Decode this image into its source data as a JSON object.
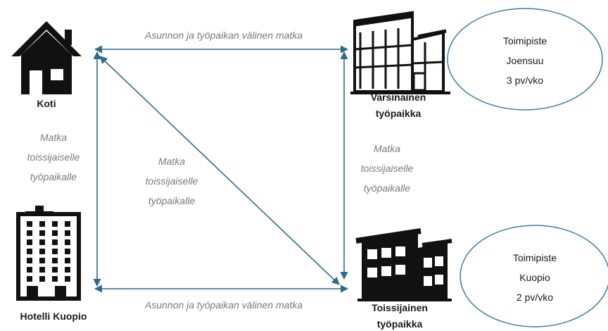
{
  "nodes": {
    "koti": {
      "label": "Koti"
    },
    "hotelli": {
      "label": "Hotelli Kuopio"
    },
    "varsinainen": {
      "label_lines": [
        "Varsinainen",
        "työpaikka"
      ]
    },
    "toissijainen": {
      "label_lines": [
        "Toissijainen",
        "työpaikka"
      ]
    }
  },
  "edges": {
    "top": {
      "label": "Asunnon ja työpaikan välinen matka"
    },
    "bottom": {
      "label": "Asunnon ja työpaikan välinen matka"
    },
    "left": {
      "label_lines": [
        "Matka",
        "toissijaiselle",
        "työpaikalle"
      ]
    },
    "diagonal": {
      "label_lines": [
        "Matka",
        "toissijaiselle",
        "työpaikalle"
      ]
    },
    "right": {
      "label_lines": [
        "Matka",
        "toissijaiselle",
        "työpaikalle"
      ]
    }
  },
  "ovals": {
    "joensuu": {
      "lines": [
        "Toimipiste",
        "Joensuu",
        "3 pv/vko"
      ]
    },
    "kuopio": {
      "lines": [
        "Toimipiste",
        "Kuopio",
        "2 pv/vko"
      ]
    }
  },
  "colors": {
    "arrow": "#2e6b8a",
    "oval_stroke": "#3a7ca5",
    "icon": "#111111",
    "italic_text": "#7a7a7a"
  },
  "icons": {
    "home": "house-icon",
    "hotel": "hotel-building-icon",
    "primary_office": "office-outline-icon",
    "secondary_office": "office-solid-icon"
  }
}
